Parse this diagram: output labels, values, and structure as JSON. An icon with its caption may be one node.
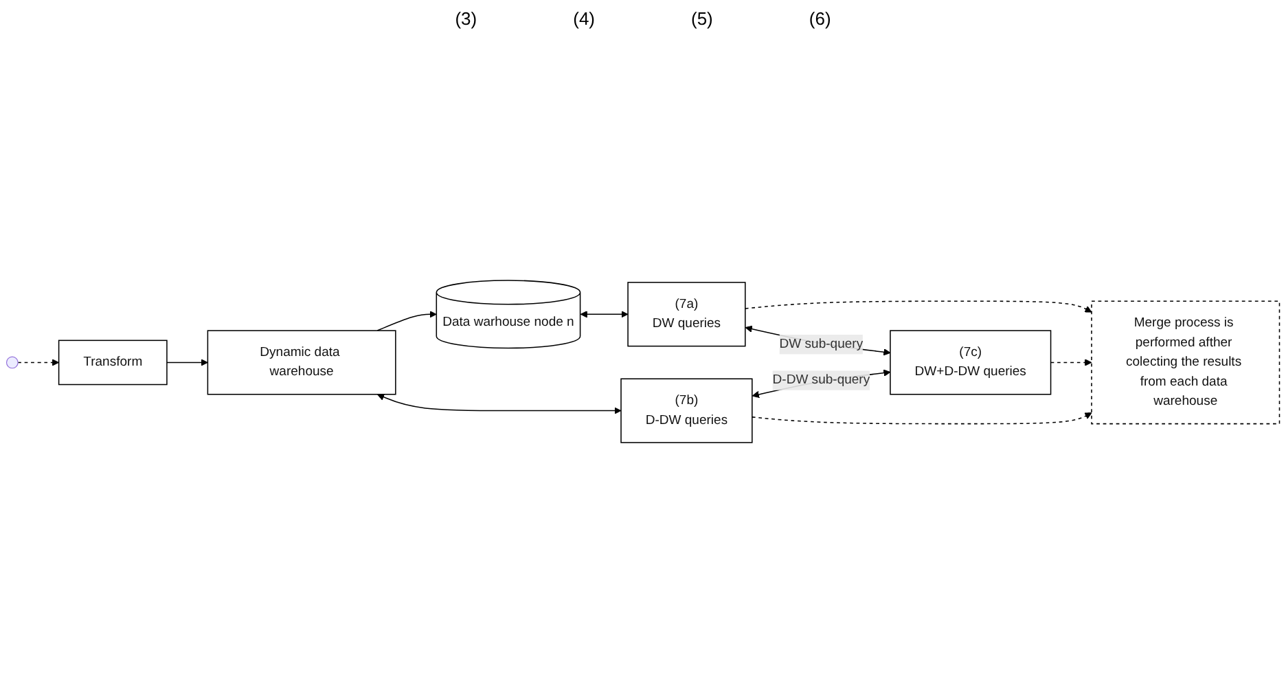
{
  "diagram": {
    "nodes": [
      {
        "text": [
          "Transform"
        ]
      },
      {
        "text": [
          "Dynamic data warehouse"
        ]
      },
      {
        "text": [
          "Data warhouse node n"
        ]
      },
      {
        "text": [
          "(7a)",
          "DW queries"
        ]
      },
      {
        "text": [
          "(7c)",
          "DW+D-DW queries"
        ]
      },
      {
        "text": [
          "(7b)",
          "D-DW queries"
        ]
      },
      {
        "text": [
          "Merge process is performed afther colecting the results from each data warehouse"
        ]
      }
    ],
    "edges": [
      {
        "from": null,
        "to": 0,
        "arrow": "to",
        "style": "dashed"
      },
      {
        "from": 0,
        "to": 1,
        "arrow": "to"
      },
      {
        "from": 1,
        "to": 2,
        "arrow": "to"
      },
      {
        "from": 2,
        "to": 3,
        "arrow": "both"
      },
      {
        "from": 3,
        "to": 4,
        "arrow": "both",
        "label": "DW sub-query"
      },
      {
        "from": 5,
        "to": 4,
        "arrow": "both",
        "label": "D-DW sub-query"
      },
      {
        "from": 1,
        "to": 5,
        "arrow": "both"
      },
      {
        "from": 3,
        "to": 6,
        "arrow": "to",
        "style": "dashed"
      },
      {
        "from": 4,
        "to": 6,
        "arrow": "to",
        "style": "dashed"
      },
      {
        "from": 5,
        "to": 6,
        "arrow": "to",
        "style": "dashed"
      }
    ],
    "labels": [
      "(3)",
      "(4)",
      "(5)",
      "(6)"
    ]
  }
}
